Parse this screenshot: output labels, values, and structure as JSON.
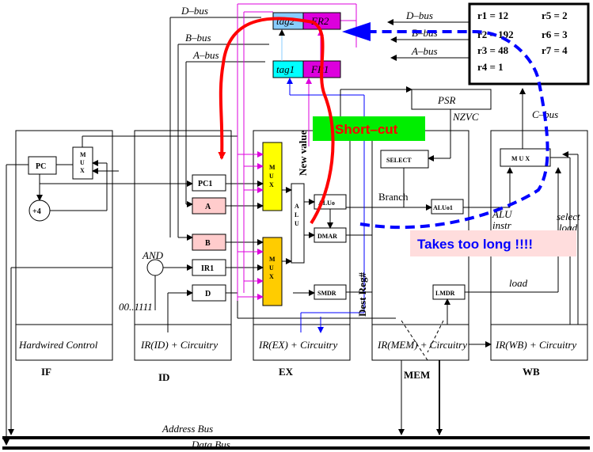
{
  "buses": {
    "d_bus": "D–bus",
    "b_bus": "B–bus",
    "a_bus": "A–bus",
    "c_bus": "C–bus",
    "address_bus": "Address Bus",
    "data_bus": "Data Bus"
  },
  "registers_box": {
    "r1": "r1 = 12",
    "r2": "r2 = 192",
    "r3": "r3 = 48",
    "r4": "r4 = 1",
    "r5": "r5 = 2",
    "r6": "r6 = 3",
    "r7": "r7 = 4"
  },
  "forwarding": {
    "tag2": "tag2",
    "fr2": "FR2",
    "tag1": "tag1",
    "fr1": "FR1"
  },
  "psr": "PSR",
  "nzvc": "NZVC",
  "shortcut_label": "Short–cut",
  "new_value_label": "New value",
  "dest_reg_label": "Dest Reg#",
  "takes_too_long": "Takes too long !!!!",
  "components": {
    "pc": "PC",
    "plus4": "+4",
    "pc1": "PC1",
    "a": "A",
    "b": "B",
    "ir1": "IR1",
    "d": "D",
    "and": "AND",
    "mask": "00..1111",
    "mux": [
      "M",
      "U",
      "X"
    ],
    "wb_mux": "M U X",
    "alu": [
      "A",
      "L",
      "U"
    ],
    "aluo": "ALUo",
    "dmar": "DMAR",
    "smdr": "SMDR",
    "select": "SELECT",
    "aluo1": "ALUo1",
    "lmdr": "LMDR",
    "branch": "Branch",
    "alu_instr_1": "ALU",
    "alu_instr_2": "instr",
    "select_load_1": "select",
    "select_load_2": "load",
    "load": "load"
  },
  "stages": {
    "if_box": "Hardwired Control",
    "id_box": "IR(ID) + Circuitry",
    "ex_box": "IR(EX) + Circuitry",
    "mem_box": "IR(MEM) + Circuitry",
    "wb_box": "IR(WB) + Circuitry",
    "if": "IF",
    "id": "ID",
    "ex": "EX",
    "mem": "MEM",
    "wb": "WB"
  },
  "colors": {
    "forwarding_magenta": "#dd00dd",
    "red_path": "#ff0000",
    "blue_path": "#0000ff",
    "yellow_mux": "#ffff00",
    "orange_mux": "#ffcc00",
    "pink_reg": "#ffcccc",
    "shortcut_green": "#00ee00",
    "tag_cyan": "#00ffff",
    "tag2_lightblue": "#88ccff"
  }
}
